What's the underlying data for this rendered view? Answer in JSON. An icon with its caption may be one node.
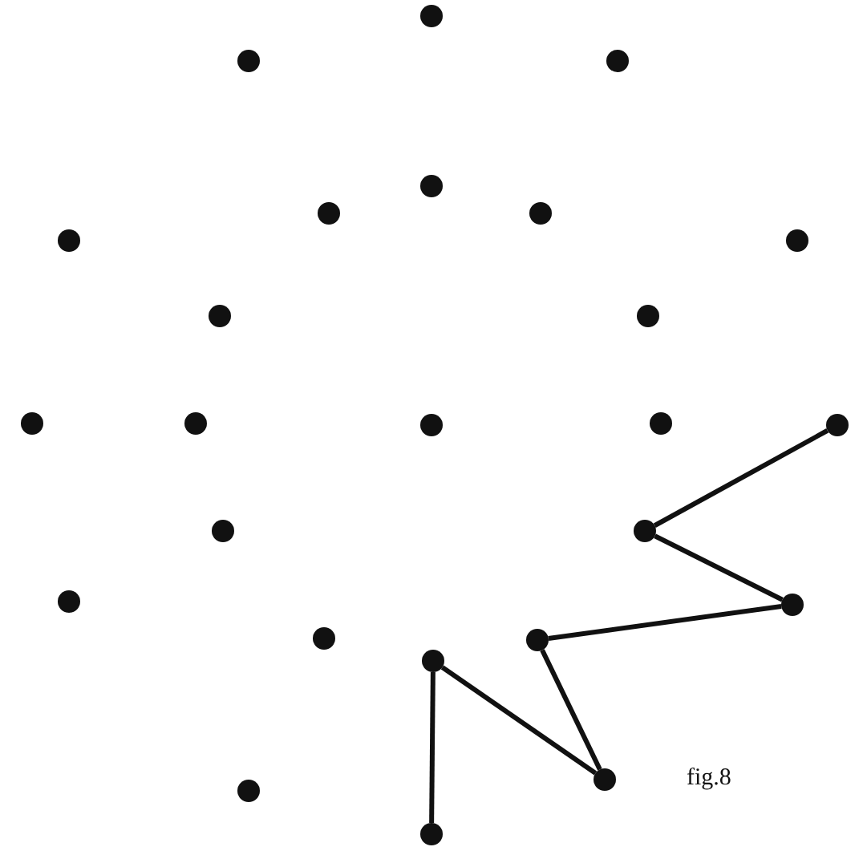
{
  "diagram": {
    "nodes": [
      {
        "text": [],
        "shape": "circle"
      },
      {
        "text": [],
        "shape": "circle"
      },
      {
        "text": [],
        "shape": "circle"
      },
      {
        "text": [],
        "shape": "circle"
      },
      {
        "text": [],
        "shape": "circle"
      },
      {
        "text": [],
        "shape": "circle"
      },
      {
        "text": [],
        "shape": "circle"
      },
      {
        "text": [],
        "shape": "circle"
      },
      {
        "text": [],
        "shape": "circle"
      },
      {
        "text": [],
        "shape": "circle"
      },
      {
        "text": [],
        "shape": "circle"
      },
      {
        "text": [],
        "shape": "circle"
      },
      {
        "text": [],
        "shape": "circle"
      },
      {
        "text": [],
        "shape": "circle"
      },
      {
        "text": [],
        "shape": "circle"
      },
      {
        "text": [],
        "shape": "circle"
      },
      {
        "text": [],
        "shape": "circle"
      },
      {
        "text": [],
        "shape": "circle"
      },
      {
        "text": [],
        "shape": "circle"
      },
      {
        "text": [],
        "shape": "circle"
      },
      {
        "text": [],
        "shape": "circle"
      },
      {
        "text": [],
        "shape": "circle"
      },
      {
        "text": [],
        "shape": "circle"
      },
      {
        "text": [],
        "shape": "circle"
      },
      {
        "text": [],
        "shape": "circle"
      }
    ],
    "edges": [
      {
        "from": 14,
        "to": 16,
        "arrow": "none"
      },
      {
        "from": 16,
        "to": 18,
        "arrow": "none"
      },
      {
        "from": 18,
        "to": 20,
        "arrow": "none"
      },
      {
        "from": 20,
        "to": 22,
        "arrow": "none"
      },
      {
        "from": 22,
        "to": 21,
        "arrow": "none"
      },
      {
        "from": 21,
        "to": 24,
        "arrow": "none"
      }
    ],
    "labels": [
      "fig.8"
    ]
  }
}
